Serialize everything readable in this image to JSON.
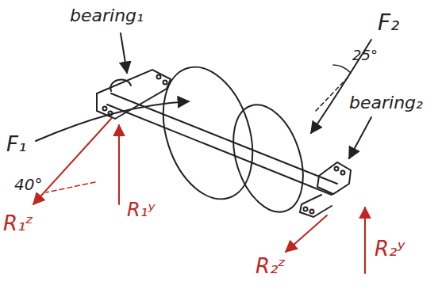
{
  "diagram": {
    "labels": [
      "bearing₁",
      "F₁",
      "40°",
      "R₁ᶻ",
      "R₁ʸ",
      "F₂",
      "25°",
      "bearing₂",
      "R₂ᶻ",
      "R₂ʸ"
    ]
  }
}
